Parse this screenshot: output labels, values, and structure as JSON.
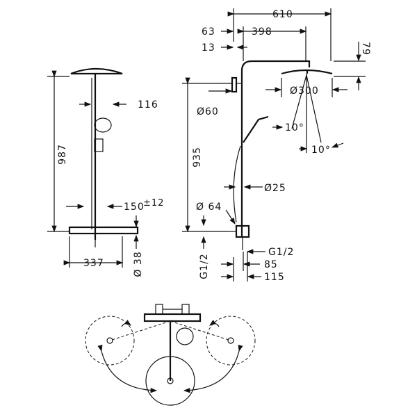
{
  "title": "Shower system dimension drawing",
  "front_view": {
    "height": "987",
    "handshower_offset": "116",
    "thermostat_height": "150",
    "thermostat_tolerance": "±12",
    "width": "337",
    "connection_diameter": "Ø 38"
  },
  "side_view": {
    "total_reach": "610",
    "wall_offset": "63",
    "arm_length": "398",
    "pipe_offset": "13",
    "head_height": "79",
    "head_diameter": "Ø300",
    "riser_diameter": "Ø60",
    "riser_height": "935",
    "tilt_1": "10°",
    "tilt_2": "10°",
    "hose_diameter": "Ø25",
    "thermostat_diameter": "Ø 64",
    "thread_right": "G1/2",
    "thread_left": "G1/2",
    "depth_1": "85",
    "depth_2": "115"
  }
}
